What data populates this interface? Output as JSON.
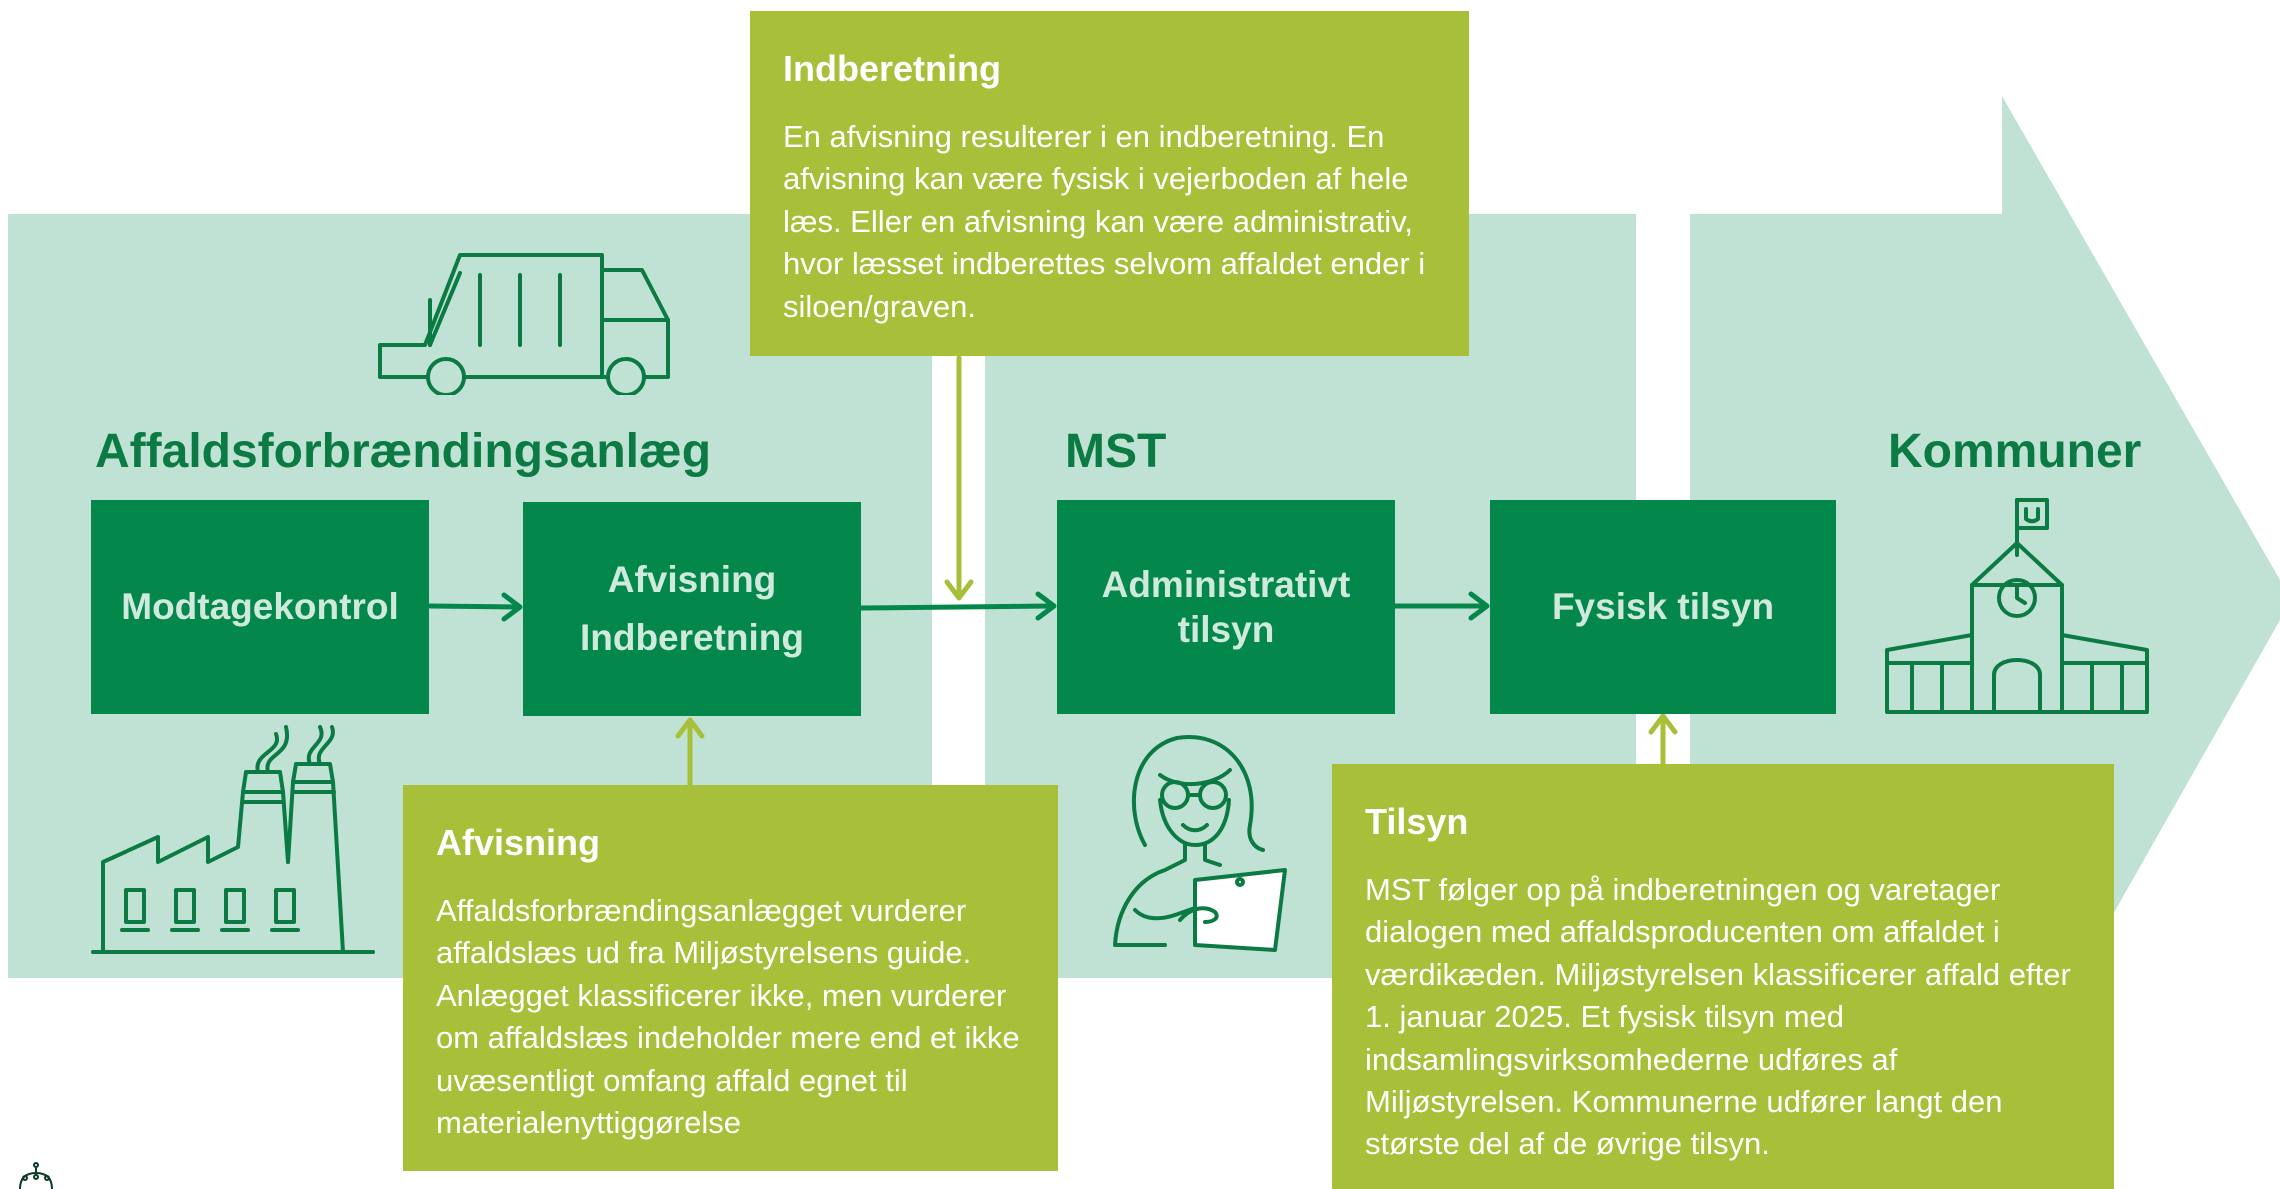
{
  "sections": {
    "anlaeg": "Affaldsforbrændingsanlæg",
    "mst": "MST",
    "kommuner": "Kommuner"
  },
  "process": {
    "modtagekontrol": "Modtagekontrol",
    "afvisning_line1": "Afvisning",
    "afvisning_line2": "Indberetning",
    "admin_line1": "Administrativt",
    "admin_line2": "tilsyn",
    "fysisk": "Fysisk tilsyn"
  },
  "callouts": {
    "indberetning": {
      "title": "Indberetning",
      "body": "En afvisning resulterer i en indberetning. En afvisning kan være fysisk i vejerboden af hele læs. Eller en afvisning kan være administrativ, hvor læsset indberettes selvom affaldet ender i siloen/graven."
    },
    "afvisning": {
      "title": "Afvisning",
      "body": "Affaldsforbrændingsanlægget vurderer affaldslæs ud fra Miljøstyrelsens guide. Anlægget klassificerer ikke, men vurderer om affaldslæs indeholder mere end et ikke uvæsentligt omfang affald egnet til materialenyttiggørelse"
    },
    "tilsyn": {
      "title": "Tilsyn",
      "body": "MST følger op på indberetningen og varetager dialogen med affaldsproducenten om affaldet i værdikæden. Miljøstyrelsen klassificerer affald efter 1. januar 2025. Et fysisk tilsyn med indsamlingsvirksomhederne udføres af Miljøstyrelsen. Kommunerne udfører langt den største del af de øvrige tilsyn."
    }
  },
  "icons": [
    "garbage-truck-icon",
    "factory-icon",
    "person-tablet-icon",
    "town-hall-icon",
    "crown-logo-icon"
  ],
  "colors": {
    "band": "#bfe2d4",
    "process_box": "#03874a",
    "process_text": "#cfeadd",
    "callout": "#a8bf3a",
    "title": "#0b7a43",
    "icon_stroke": "#0b7a43"
  }
}
